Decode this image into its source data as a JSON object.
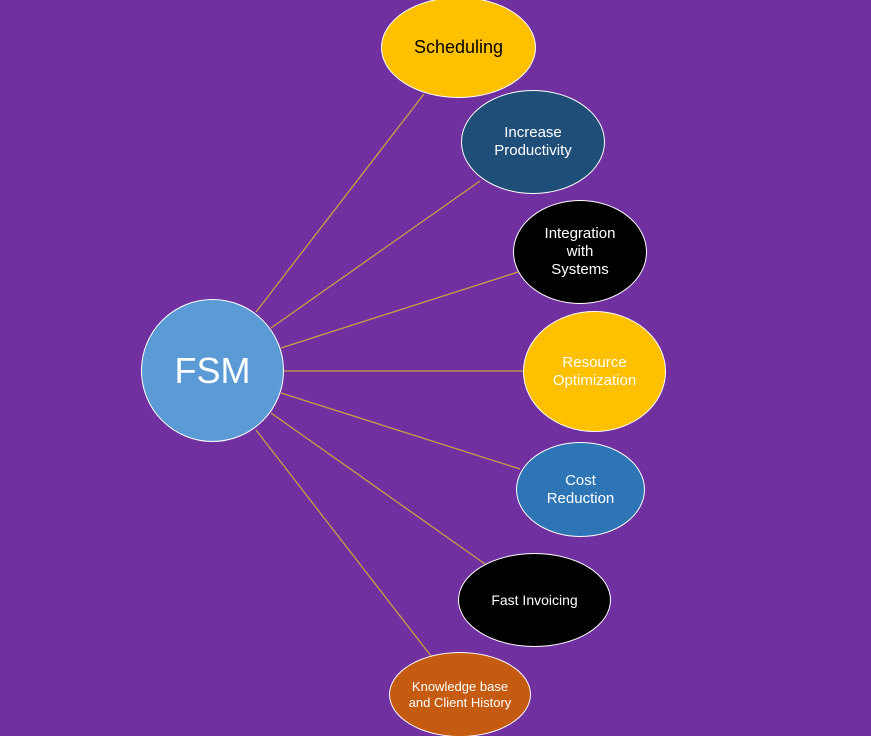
{
  "diagram": {
    "hub": {
      "label": "FSM",
      "color": "#5b9bd5"
    },
    "connector_color": "#c9a043",
    "background": "#7030a0",
    "nodes": [
      {
        "label": "Scheduling",
        "fill": "#ffc000",
        "text_color": "#000000"
      },
      {
        "label": "Increase Productivity",
        "fill": "#1f4e79",
        "text_color": "#ffffff"
      },
      {
        "label": "Integration with Systems",
        "fill": "#000000",
        "text_color": "#ffffff"
      },
      {
        "label": "Resource Optimization",
        "fill": "#ffc000",
        "text_color": "#ffffff"
      },
      {
        "label": "Cost Reduction",
        "fill": "#2e75b6",
        "text_color": "#ffffff"
      },
      {
        "label": "Fast Invoicing",
        "fill": "#000000",
        "text_color": "#ffffff"
      },
      {
        "label": "Knowledge base and Client History",
        "fill": "#c55a11",
        "text_color": "#ffffff"
      }
    ]
  }
}
